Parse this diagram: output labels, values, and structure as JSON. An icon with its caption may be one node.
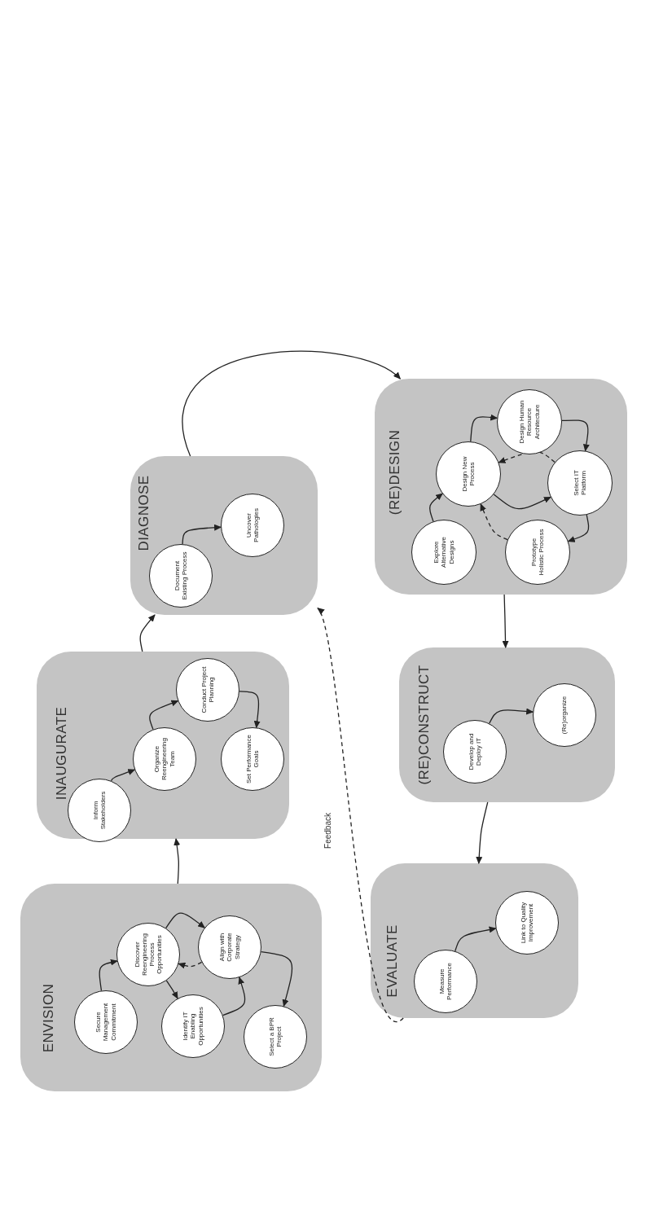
{
  "diagram": {
    "nodes": [
      {
        "text": [
          "ENVISION"
        ]
      },
      {
        "text": [
          "Secure Management Commitment"
        ],
        "in": 0
      },
      {
        "text": [
          "Discover Reengineering Process Opportunities"
        ],
        "in": 0
      },
      {
        "text": [
          "Identify IT Enabling Opportunities"
        ],
        "in": 0
      },
      {
        "text": [
          "Align with Corporate Strategy"
        ],
        "in": 0
      },
      {
        "text": [
          "Select a BPR Project"
        ],
        "in": 0
      },
      {
        "text": [
          "INAUGURATE"
        ]
      },
      {
        "text": [
          "Inform Stakeholders"
        ],
        "in": 6
      },
      {
        "text": [
          "Organize Reengineering Team"
        ],
        "in": 6
      },
      {
        "text": [
          "Conduct Project Planning"
        ],
        "in": 6
      },
      {
        "text": [
          "Set Performance Goals"
        ],
        "in": 6
      },
      {
        "text": [
          "DIAGNOSE"
        ]
      },
      {
        "text": [
          "Document Existing Process"
        ],
        "in": 11
      },
      {
        "text": [
          "Uncover Pathologies"
        ],
        "in": 11
      },
      {
        "text": [
          "(RE)DESIGN"
        ]
      },
      {
        "text": [
          "Explore Alternative Designs"
        ],
        "in": 14
      },
      {
        "text": [
          "Design New Process"
        ],
        "in": 14
      },
      {
        "text": [
          "Design Human Resource Architecture"
        ],
        "in": 14
      },
      {
        "text": [
          "Select IT Platform"
        ],
        "in": 14
      },
      {
        "text": [
          "Prototype Holistic Process"
        ],
        "in": 14
      },
      {
        "text": [
          "(RE)CONSTRUCT"
        ]
      },
      {
        "text": [
          "Develop and Deploy IT"
        ],
        "in": 20
      },
      {
        "text": [
          "(Re)organize"
        ],
        "in": 20
      },
      {
        "text": [
          "EVALUATE"
        ]
      },
      {
        "text": [
          "Measure Performance"
        ],
        "in": 23
      },
      {
        "text": [
          "Link to Quality Improvement"
        ],
        "in": 23
      }
    ],
    "edges": [
      {
        "from": 0,
        "to": 6,
        "arrow": "to"
      },
      {
        "from": 6,
        "to": 11,
        "arrow": "to"
      },
      {
        "from": 11,
        "to": 14,
        "arrow": "to"
      },
      {
        "from": 14,
        "to": 20,
        "arrow": "to"
      },
      {
        "from": 20,
        "to": 23,
        "arrow": "to"
      },
      {
        "from": 23,
        "to": 11,
        "arrow": "to",
        "label": "Feedback",
        "style": "dashed"
      },
      {
        "from": 1,
        "to": 2,
        "arrow": "to"
      },
      {
        "from": 2,
        "to": 3,
        "arrow": "to"
      },
      {
        "from": 3,
        "to": 4,
        "arrow": "to"
      },
      {
        "from": 4,
        "to": 2,
        "arrow": "to",
        "style": "dashed"
      },
      {
        "from": 2,
        "to": 4,
        "arrow": "to"
      },
      {
        "from": 4,
        "to": 5,
        "arrow": "to"
      },
      {
        "from": 7,
        "to": 8,
        "arrow": "to"
      },
      {
        "from": 8,
        "to": 9,
        "arrow": "to"
      },
      {
        "from": 9,
        "to": 10,
        "arrow": "to"
      },
      {
        "from": 12,
        "to": 13,
        "arrow": "to"
      },
      {
        "from": 15,
        "to": 16,
        "arrow": "to"
      },
      {
        "from": 16,
        "to": 17,
        "arrow": "to"
      },
      {
        "from": 17,
        "to": 18,
        "arrow": "to"
      },
      {
        "from": 18,
        "to": 19,
        "arrow": "to"
      },
      {
        "from": 18,
        "to": 16,
        "arrow": "to",
        "style": "dashed"
      },
      {
        "from": 16,
        "to": 18,
        "arrow": "to"
      },
      {
        "from": 19,
        "to": 16,
        "arrow": "to",
        "style": "dashed"
      },
      {
        "from": 21,
        "to": 22,
        "arrow": "to"
      },
      {
        "from": 24,
        "to": 25,
        "arrow": "to"
      }
    ]
  }
}
